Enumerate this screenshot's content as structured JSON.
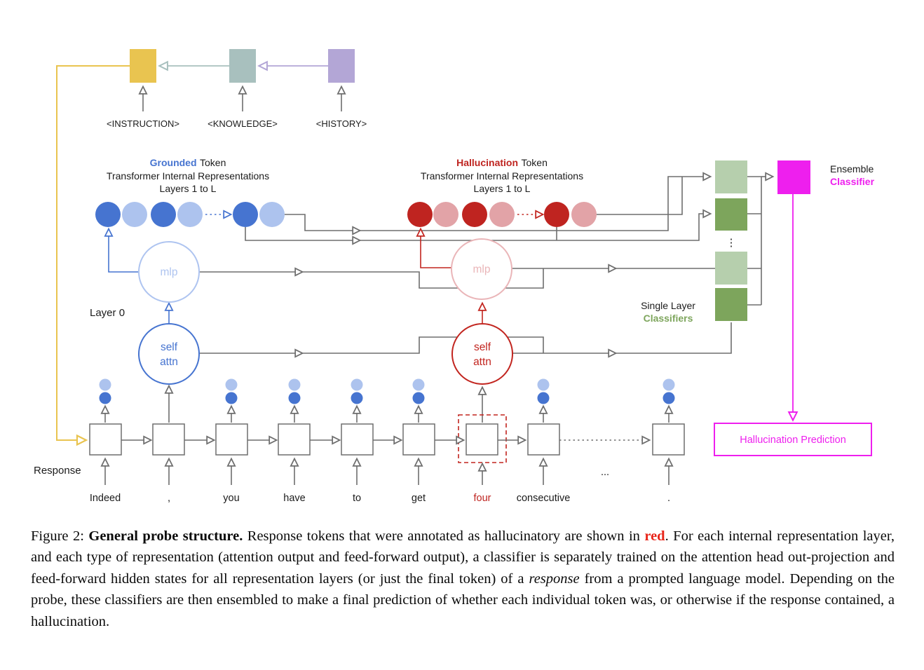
{
  "figure": {
    "prompt_blocks": {
      "instruction": {
        "label": "<INSTRUCTION>",
        "color": "#e9c450"
      },
      "knowledge": {
        "label": "<KNOWLEDGE>",
        "color": "#a8c0be"
      },
      "history": {
        "label": "<HISTORY>",
        "color": "#b3a6d6"
      }
    },
    "grounded": {
      "highlight": "Grounded",
      "rest": "Token",
      "line2": "Transformer Internal Representations",
      "line3": "Layers 1 to L"
    },
    "hallucination": {
      "highlight": "Hallucination",
      "rest": "Token",
      "line2": "Transformer Internal Representations",
      "line3": "Layers 1 to L"
    },
    "layer0": "Layer 0",
    "mlp": "mlp",
    "self_attn": {
      "line1": "self",
      "line2": "attn"
    },
    "single_layer": {
      "line1": "Single Layer",
      "line2": "Classifiers"
    },
    "ensemble": {
      "line1": "Ensemble",
      "line2": "Classifier"
    },
    "prediction": "Hallucination Prediction",
    "response": "Response",
    "tokens": [
      "Indeed",
      ",",
      "you",
      "have",
      "to",
      "get",
      "four",
      "consecutive",
      "."
    ],
    "hallucinated_token": "four",
    "ellipsis": "...",
    "vdots": "⋮",
    "colors": {
      "blue_dark": "#4674d0",
      "blue_light": "#adc3ee",
      "red_dark": "#bf2420",
      "red_light": "#e2a3a7",
      "mlp_blue_stroke": "#aec4f0",
      "mlp_red_stroke": "#eab5b8",
      "green_light": "#b6cfad",
      "green_dark": "#7da55c",
      "magenta": "#ee1fee",
      "yellow": "#e9c450",
      "teal": "#a8c0be",
      "purple": "#b3a6d6",
      "line_gray": "#6e6e6e",
      "caption_red": "#e8251a"
    }
  },
  "caption": {
    "prefix": "Figure 2: ",
    "bold_title": "General probe structure.",
    "body1": " Response tokens that were annotated as hallucinatory are shown in ",
    "red_word": "red",
    "body2": ". For each internal representation layer, and each type of representation (attention output and feed-forward output), a classifier is separately trained on the attention head out-projection and feed-forward hidden states for all representation layers (or just the final token) of a ",
    "italic_word": "response",
    "body3": " from a prompted language model. Depending on the probe, these classifiers are then ensembled to make a final prediction of whether each individual token was, or otherwise if the response contained, a hallucination."
  }
}
